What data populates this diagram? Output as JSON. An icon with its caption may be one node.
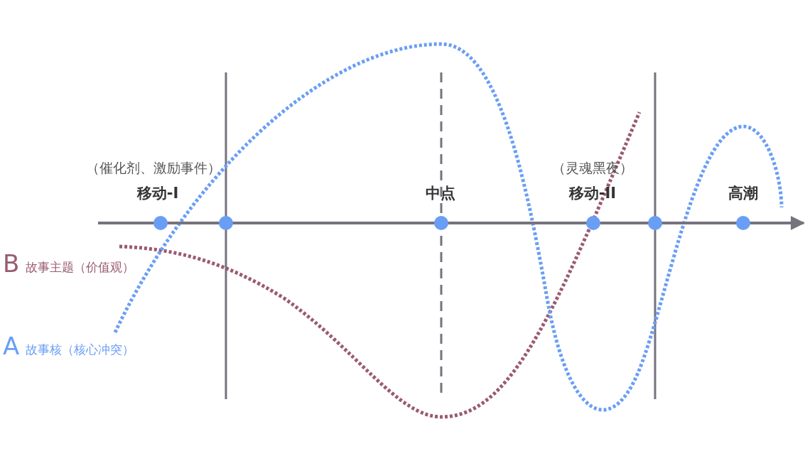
{
  "diagram": {
    "labels": [
      "（催化剂、激励事件）",
      "（灵魂黑夜）",
      "移动-I",
      "中点",
      "移动-II",
      "高潮",
      "B",
      "故事主题（价值观）",
      "A",
      "故事核（核心冲突）"
    ]
  }
}
